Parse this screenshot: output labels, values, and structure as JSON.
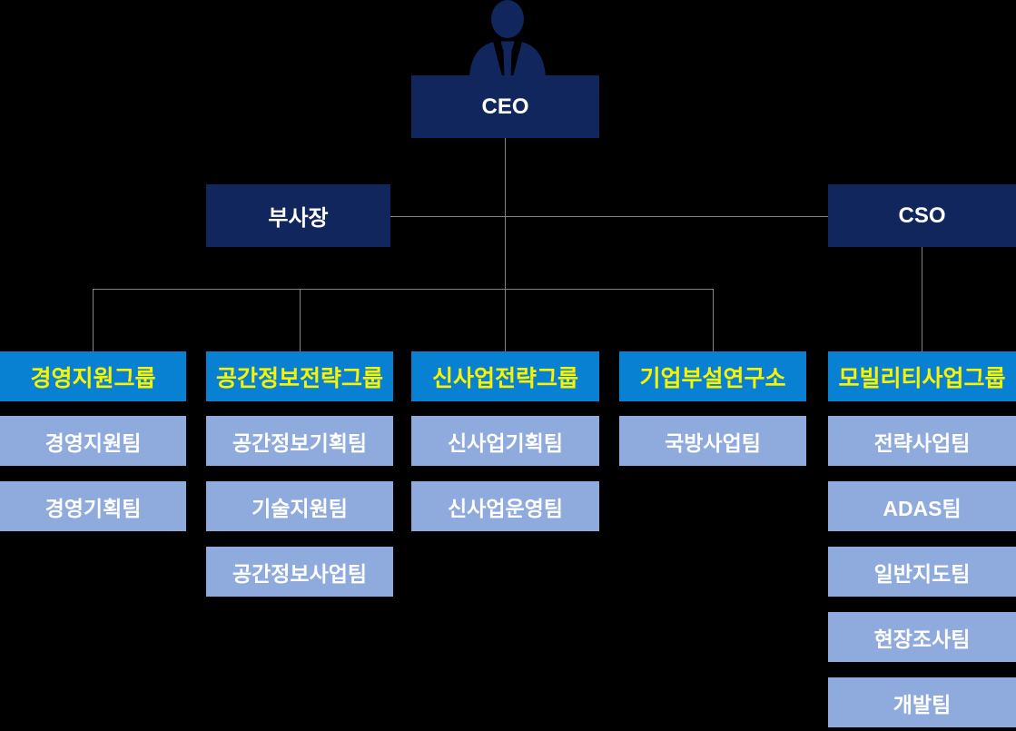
{
  "org": {
    "ceo_label": "CEO",
    "executives": [
      {
        "label": "부사장"
      },
      {
        "label": "CSO"
      }
    ],
    "groups": [
      {
        "label": "경영지원그룹",
        "teams": [
          "경영지원팀",
          "경영기획팀"
        ]
      },
      {
        "label": "공간정보전략그룹",
        "teams": [
          "공간정보기획팀",
          "기술지원팀",
          "공간정보사업팀"
        ]
      },
      {
        "label": "신사업전략그룹",
        "teams": [
          "신사업기획팀",
          "신사업운영팀"
        ]
      },
      {
        "label": "기업부설연구소",
        "teams": [
          "국방사업팀"
        ]
      },
      {
        "label": "모빌리티사업그룹",
        "teams": [
          "전략사업팀",
          "ADAS팀",
          "일반지도팀",
          "현장조사팀",
          "개발팀"
        ]
      }
    ],
    "icons": {
      "ceo_person": "person-silhouette-icon"
    },
    "colors": {
      "background": "#000000",
      "executive_box": "#10265C",
      "executive_text": "#FFFFFF",
      "group_box": "#0981D3",
      "group_text": "#F8F400",
      "team_box": "#8FAADC",
      "team_text": "#FFFFFF",
      "connector": "#828282"
    }
  }
}
